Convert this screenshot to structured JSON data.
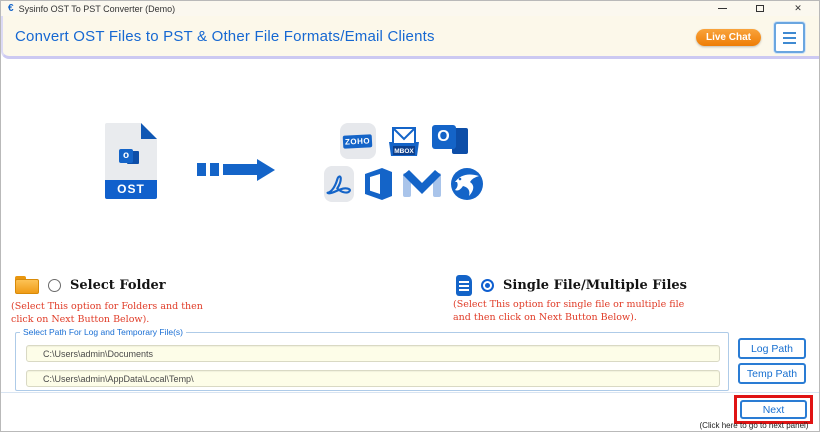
{
  "window": {
    "title": "Sysinfo OST To PST Converter (Demo)",
    "logo_glyph": "€"
  },
  "header": {
    "title": "Convert OST Files to PST & Other File Formats/Email Clients",
    "live_chat_label": "Live Chat"
  },
  "graphic": {
    "ost_label": "OST",
    "ost_mini_letter": "o",
    "zoho_label": "ZOHO",
    "mbox_label": "MBOX",
    "outlook_letter": "O",
    "target_icons": [
      "zoho",
      "mbox",
      "outlook",
      "pdf",
      "office",
      "gmail",
      "thunderbird"
    ]
  },
  "options": {
    "folder": {
      "label": "Select Folder",
      "selected": false,
      "note": "(Select This option for Folders and then click on Next Button Below)."
    },
    "files": {
      "label": "Single File/Multiple Files",
      "selected": true,
      "note": "(Select This option for single file or multiple file and then click on Next Button Below)."
    }
  },
  "paths": {
    "legend": "Select Path For Log and Temporary File(s)",
    "log_path_value": "C:\\Users\\admin\\Documents",
    "temp_path_value": "C:\\Users\\admin\\AppData\\Local\\Temp\\",
    "log_button_label": "Log Path",
    "temp_button_label": "Temp Path"
  },
  "footer": {
    "next_button_label": "Next",
    "next_hint": "(Click here to go to next panel)"
  },
  "colors": {
    "accent_blue": "#1464c8",
    "header_text_blue": "#1668d2",
    "live_chat_orange": "#ee7d05",
    "note_red": "#e03c28",
    "highlight_red": "#e01414",
    "input_bg": "#fdfde8",
    "header_bg": "#fcf8ea"
  }
}
